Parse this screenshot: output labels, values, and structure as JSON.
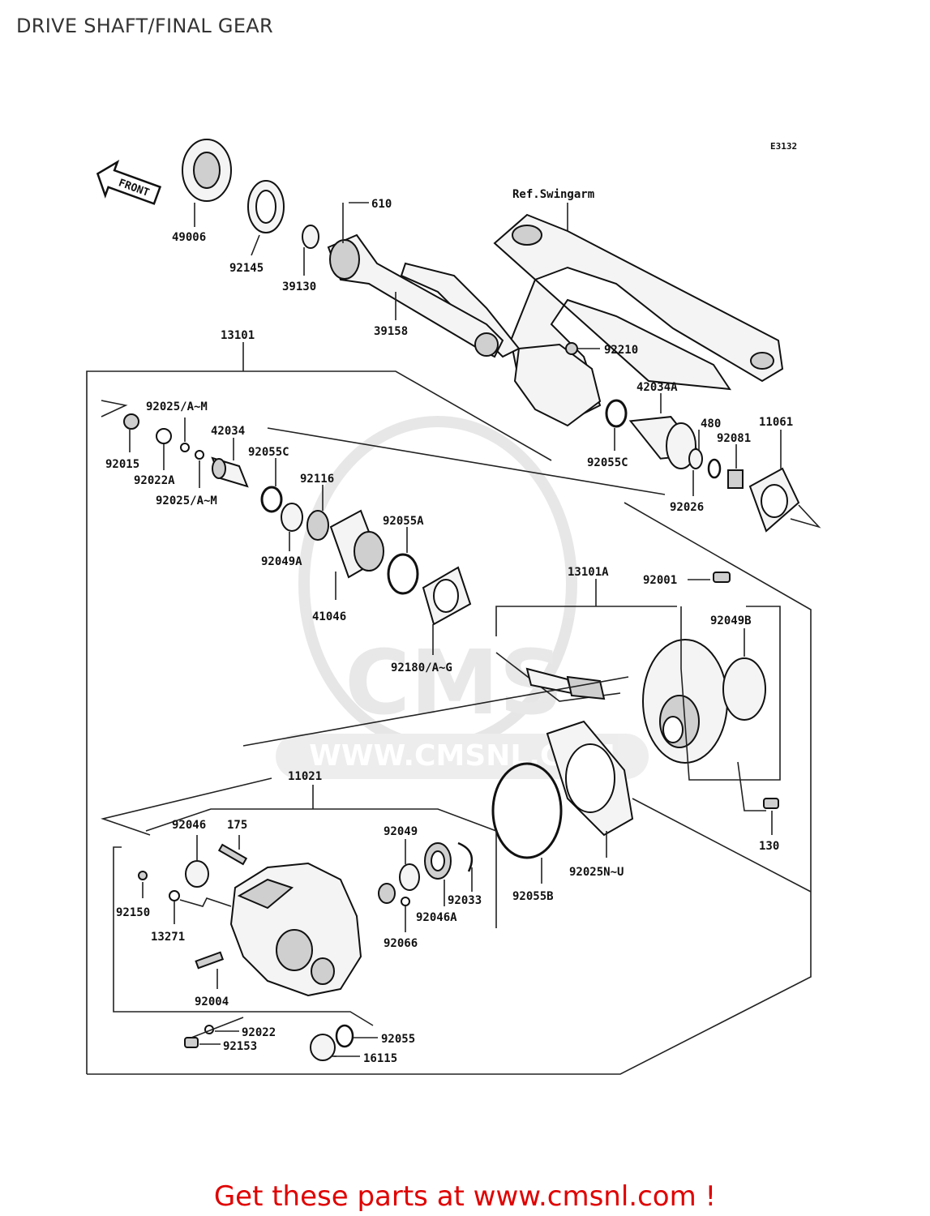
{
  "title": "DRIVE SHAFT/FINAL GEAR",
  "diagram_code": "E3132",
  "front_arrow_label": "FRONT",
  "ref_label": "Ref.Swingarm",
  "watermark": "WWW.CMSNL.COM",
  "watermark_logo": "CMS",
  "cta": "Get these parts at www.cmsnl.com !",
  "parts": {
    "p610": "610",
    "p49006": "49006",
    "p92145": "92145",
    "p39130": "39130",
    "p39158": "39158",
    "p13101": "13101",
    "p92210": "92210",
    "p42034A": "42034A",
    "p92025AM_1": "92025/A~M",
    "p92015": "92015",
    "p92022A": "92022A",
    "p42034": "42034",
    "p92055C_1": "92055C",
    "p92025AM_2": "92025/A~M",
    "p92116": "92116",
    "p92049A": "92049A",
    "p92055A": "92055A",
    "p41046": "41046",
    "p92055C_2": "92055C",
    "p480": "480",
    "p92081": "92081",
    "p11061": "11061",
    "p92026": "92026",
    "p13101A": "13101A",
    "p92001": "92001",
    "p92049B": "92049B",
    "p92180": "92180/A~G",
    "p11021": "11021",
    "p92046": "92046",
    "p175": "175",
    "p92049": "92049",
    "p92150": "92150",
    "p13271": "13271",
    "p92033": "92033",
    "p92046A": "92046A",
    "p92066": "92066",
    "p92055B": "92055B",
    "p92025NU": "92025N~U",
    "p130": "130",
    "p92004": "92004",
    "p92022": "92022",
    "p92153": "92153",
    "p92055": "92055",
    "p16115": "16115"
  }
}
